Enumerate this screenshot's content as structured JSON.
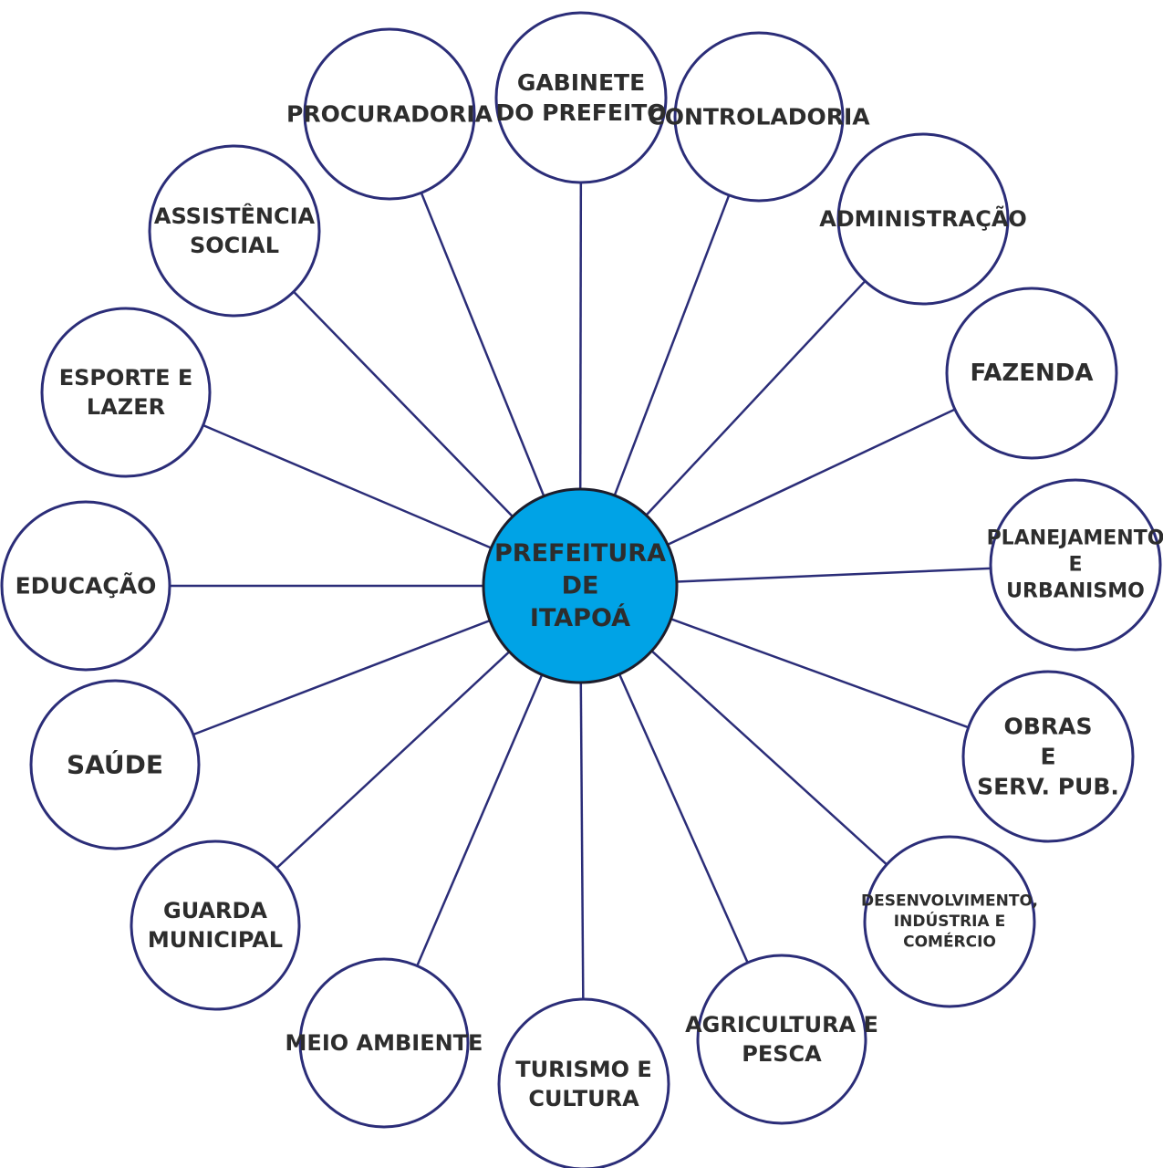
{
  "center": {
    "lines": [
      "PREFEITURA",
      "DE",
      "ITAPOÁ"
    ],
    "fill": "#00a3e6"
  },
  "colors": {
    "stroke": "#2b2d78",
    "text": "#2d2d2d"
  },
  "nodes": [
    {
      "id": "gabinete-do-prefeito",
      "lines": [
        "GABINETE",
        "DO PREFEITO"
      ]
    },
    {
      "id": "controladoria",
      "lines": [
        "CONTROLADORIA"
      ]
    },
    {
      "id": "administracao",
      "lines": [
        "ADMINISTRAÇÃO"
      ]
    },
    {
      "id": "fazenda",
      "lines": [
        "FAZENDA"
      ]
    },
    {
      "id": "planejamento-e-urbanismo",
      "lines": [
        "PLANEJAMENTO",
        "E",
        "URBANISMO"
      ]
    },
    {
      "id": "obras-e-serv-pub",
      "lines": [
        "OBRAS",
        "E",
        "SERV. PUB."
      ]
    },
    {
      "id": "desenvolvimento-industria-e-comercio",
      "lines": [
        "DESENVOLVIMENTO,",
        "INDÚSTRIA E",
        "COMÉRCIO"
      ]
    },
    {
      "id": "agricultura-e-pesca",
      "lines": [
        "AGRICULTURA E",
        "PESCA"
      ]
    },
    {
      "id": "turismo-e-cultura",
      "lines": [
        "TURISMO E",
        "CULTURA"
      ]
    },
    {
      "id": "meio-ambiente",
      "lines": [
        "MEIO AMBIENTE"
      ]
    },
    {
      "id": "guarda-municipal",
      "lines": [
        "GUARDA",
        "MUNICIPAL"
      ]
    },
    {
      "id": "saude",
      "lines": [
        "SAÚDE"
      ]
    },
    {
      "id": "educacao",
      "lines": [
        "EDUCAÇÃO"
      ]
    },
    {
      "id": "esporte-e-lazer",
      "lines": [
        "ESPORTE E",
        "LAZER"
      ]
    },
    {
      "id": "assistencia-social",
      "lines": [
        "ASSISTÊNCIA",
        "SOCIAL"
      ]
    },
    {
      "id": "procuradoria",
      "lines": [
        "PROCURADORIA"
      ]
    }
  ]
}
